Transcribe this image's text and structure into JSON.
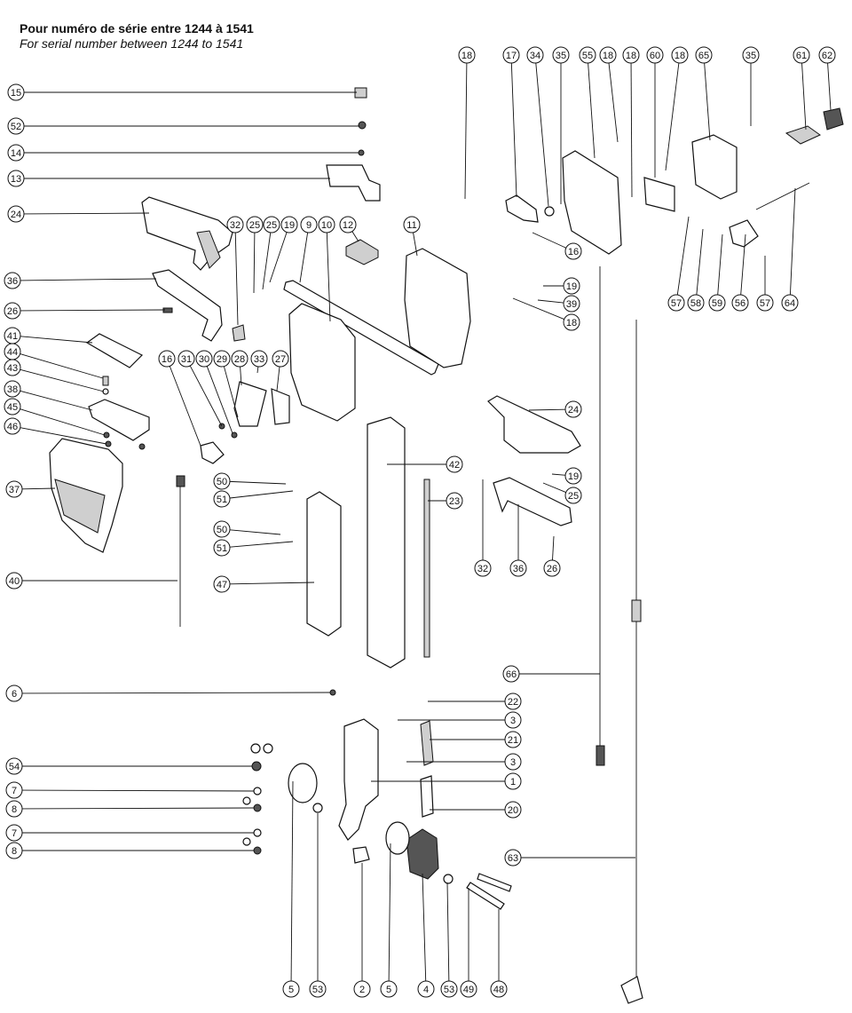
{
  "header": {
    "title": "Pour numéro de série entre 1244 à 1541",
    "subtitle": "For serial number between 1244 to 1541"
  },
  "callouts": [
    {
      "id": "c15",
      "label": "15"
    },
    {
      "id": "c52",
      "label": "52"
    },
    {
      "id": "c14",
      "label": "14"
    },
    {
      "id": "c13",
      "label": "13"
    },
    {
      "id": "c24a",
      "label": "24"
    },
    {
      "id": "c36a",
      "label": "36"
    },
    {
      "id": "c26a",
      "label": "26"
    },
    {
      "id": "c41",
      "label": "41"
    },
    {
      "id": "c44",
      "label": "44"
    },
    {
      "id": "c43",
      "label": "43"
    },
    {
      "id": "c38",
      "label": "38"
    },
    {
      "id": "c45",
      "label": "45"
    },
    {
      "id": "c46",
      "label": "46"
    },
    {
      "id": "c37",
      "label": "37"
    },
    {
      "id": "c40",
      "label": "40"
    },
    {
      "id": "c6",
      "label": "6"
    },
    {
      "id": "c54",
      "label": "54"
    },
    {
      "id": "c7a",
      "label": "7"
    },
    {
      "id": "c8a",
      "label": "8"
    },
    {
      "id": "c7b",
      "label": "7"
    },
    {
      "id": "c8b",
      "label": "8"
    },
    {
      "id": "c32a",
      "label": "32"
    },
    {
      "id": "c25a",
      "label": "25"
    },
    {
      "id": "c25b",
      "label": "25"
    },
    {
      "id": "c19a",
      "label": "19"
    },
    {
      "id": "c9",
      "label": "9"
    },
    {
      "id": "c10",
      "label": "10"
    },
    {
      "id": "c12",
      "label": "12"
    },
    {
      "id": "c11",
      "label": "11"
    },
    {
      "id": "c16a",
      "label": "16"
    },
    {
      "id": "c31",
      "label": "31"
    },
    {
      "id": "c30",
      "label": "30"
    },
    {
      "id": "c29",
      "label": "29"
    },
    {
      "id": "c28",
      "label": "28"
    },
    {
      "id": "c33",
      "label": "33"
    },
    {
      "id": "c27",
      "label": "27"
    },
    {
      "id": "c50a",
      "label": "50"
    },
    {
      "id": "c51a",
      "label": "51"
    },
    {
      "id": "c50b",
      "label": "50"
    },
    {
      "id": "c51b",
      "label": "51"
    },
    {
      "id": "c47",
      "label": "47"
    },
    {
      "id": "c42",
      "label": "42"
    },
    {
      "id": "c23",
      "label": "23"
    },
    {
      "id": "c18a",
      "label": "18"
    },
    {
      "id": "c17",
      "label": "17"
    },
    {
      "id": "c34",
      "label": "34"
    },
    {
      "id": "c35a",
      "label": "35"
    },
    {
      "id": "c55",
      "label": "55"
    },
    {
      "id": "c18b",
      "label": "18"
    },
    {
      "id": "c18c",
      "label": "18"
    },
    {
      "id": "c60",
      "label": "60"
    },
    {
      "id": "c18d",
      "label": "18"
    },
    {
      "id": "c65",
      "label": "65"
    },
    {
      "id": "c35b",
      "label": "35"
    },
    {
      "id": "c61",
      "label": "61"
    },
    {
      "id": "c62",
      "label": "62"
    },
    {
      "id": "c16b",
      "label": "16"
    },
    {
      "id": "c19b",
      "label": "19"
    },
    {
      "id": "c39",
      "label": "39"
    },
    {
      "id": "c18e",
      "label": "18"
    },
    {
      "id": "c57a",
      "label": "57"
    },
    {
      "id": "c58",
      "label": "58"
    },
    {
      "id": "c59",
      "label": "59"
    },
    {
      "id": "c56",
      "label": "56"
    },
    {
      "id": "c57b",
      "label": "57"
    },
    {
      "id": "c64",
      "label": "64"
    },
    {
      "id": "c24b",
      "label": "24"
    },
    {
      "id": "c19c",
      "label": "19"
    },
    {
      "id": "c25c",
      "label": "25"
    },
    {
      "id": "c32b",
      "label": "32"
    },
    {
      "id": "c36b",
      "label": "36"
    },
    {
      "id": "c26b",
      "label": "26"
    },
    {
      "id": "c66",
      "label": "66"
    },
    {
      "id": "c22",
      "label": "22"
    },
    {
      "id": "c3a",
      "label": "3"
    },
    {
      "id": "c21",
      "label": "21"
    },
    {
      "id": "c3b",
      "label": "3"
    },
    {
      "id": "c1",
      "label": "1"
    },
    {
      "id": "c20",
      "label": "20"
    },
    {
      "id": "c63",
      "label": "63"
    },
    {
      "id": "c5a",
      "label": "5"
    },
    {
      "id": "c53a",
      "label": "53"
    },
    {
      "id": "c2",
      "label": "2"
    },
    {
      "id": "c5b",
      "label": "5"
    },
    {
      "id": "c4",
      "label": "4"
    },
    {
      "id": "c53b",
      "label": "53"
    },
    {
      "id": "c49",
      "label": "49"
    },
    {
      "id": "c48",
      "label": "48"
    }
  ]
}
